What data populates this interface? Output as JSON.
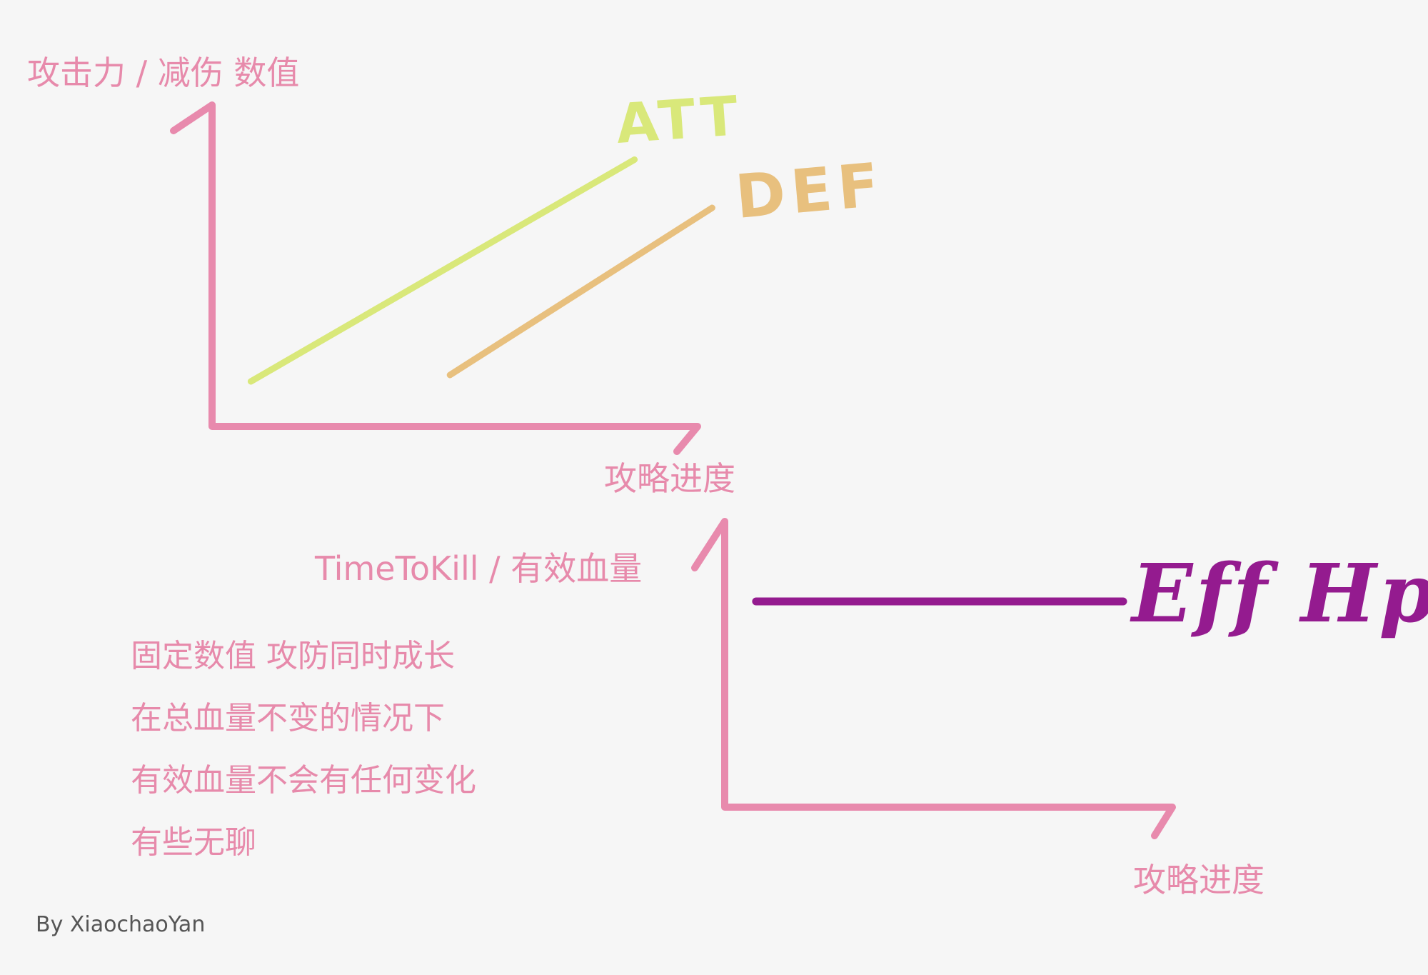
{
  "colors": {
    "axis": "#e88aad",
    "text": "#e78aab",
    "att": "#d9e87a",
    "def": "#e8c07e",
    "effhp": "#941b8f",
    "credit": "#555555",
    "background": "#f6f6f6"
  },
  "chart_data": [
    {
      "type": "line",
      "ylabel": "攻击力 / 减伤 数值",
      "xlabel": "攻略进度",
      "series": [
        {
          "name": "ATT",
          "x": [
            0.08,
            0.87
          ],
          "y": [
            0.14,
            0.83
          ]
        },
        {
          "name": "DEF",
          "x": [
            0.49,
            1.03
          ],
          "y": [
            0.16,
            0.68
          ]
        }
      ],
      "grid": false
    },
    {
      "type": "line",
      "ylabel": "TimeToKill / 有效血量",
      "xlabel": "攻略进度",
      "series": [
        {
          "name": "Eff Hp",
          "x": [
            0.07,
            0.89
          ],
          "y": [
            0.72,
            0.72
          ]
        }
      ],
      "grid": false
    }
  ],
  "notes": [
    "固定数值 攻防同时成长",
    "在总血量不变的情况下",
    "有效血量不会有任何变化",
    "有些无聊"
  ],
  "credit": "By XiaochaoYan"
}
